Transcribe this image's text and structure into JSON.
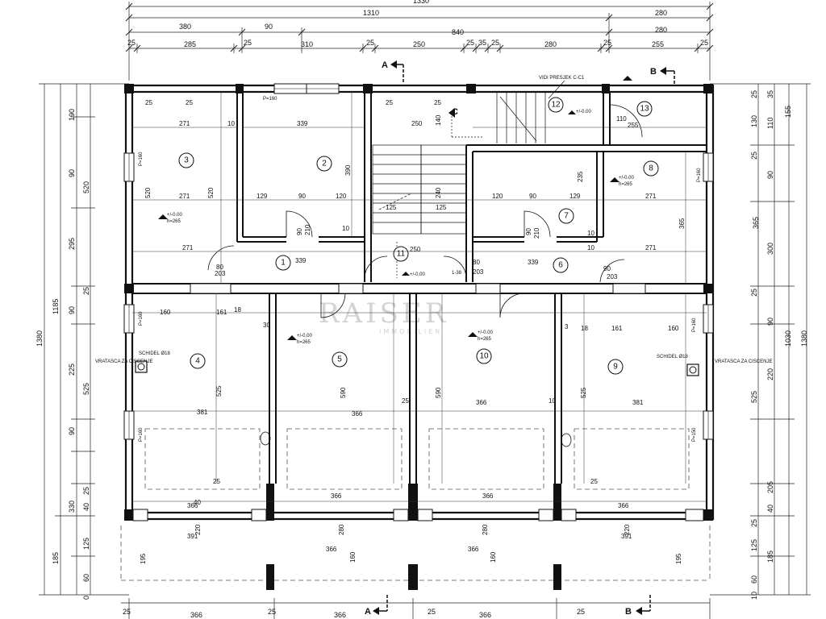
{
  "dims_top": {
    "row0": [
      "1330"
    ],
    "row1": [
      "1310",
      "280"
    ],
    "row2": [
      "380",
      "90",
      "840",
      "280"
    ],
    "row3": [
      "25",
      "285",
      "25",
      "310",
      "25",
      "250",
      "25",
      "35",
      "25",
      "280",
      "25",
      "255",
      "25"
    ]
  },
  "dims_bottom": {
    "row1": [
      "25",
      "366",
      "25",
      "366",
      "25",
      "366",
      "25"
    ]
  },
  "dims_left": {
    "outer": [
      "1380"
    ],
    "mid": [
      "1185"
    ],
    "inner": [
      "190",
      "520",
      "295",
      "90",
      "525",
      "90",
      "225",
      "330",
      "185"
    ],
    "fine": [
      "25",
      "90",
      "25",
      "90",
      "25",
      "90",
      "25",
      "125",
      "40",
      "25",
      "60",
      "0"
    ]
  },
  "dims_right": {
    "outer": [
      "1380"
    ],
    "mid": [
      "1030"
    ],
    "inner": [
      "155",
      "90",
      "365",
      "300",
      "90",
      "220",
      "525",
      "205",
      "185"
    ],
    "fine": [
      "25",
      "130",
      "25",
      "10",
      "35",
      "110",
      "90",
      "25",
      "60",
      "10",
      "125",
      "40",
      "25"
    ]
  },
  "rooms": [
    {
      "num": "1"
    },
    {
      "num": "2"
    },
    {
      "num": "3"
    },
    {
      "num": "4"
    },
    {
      "num": "5"
    },
    {
      "num": "6"
    },
    {
      "num": "7"
    },
    {
      "num": "8"
    },
    {
      "num": "9"
    },
    {
      "num": "10"
    },
    {
      "num": "11"
    },
    {
      "num": "12"
    },
    {
      "num": "13"
    }
  ],
  "interior_labels": {
    "r3_w": "271",
    "r3_w2": "271",
    "r3_w3": "271",
    "r3_h": "520",
    "r2_w": "339",
    "r2_h": "390",
    "r2_b1": "129",
    "r2_b2": "90",
    "r2_b3": "120",
    "r1_w": "339",
    "stair_250": "250",
    "stair_140": "140",
    "stair_240": "240",
    "stair_125a": "125",
    "stair_125b": "125",
    "r7_b1": "120",
    "r7_b2": "90",
    "r7_b3": "129",
    "r8_w": "271",
    "r8_w2": "271",
    "r8_h": "365",
    "r8_235": "235",
    "r6_w": "339",
    "r13_w": "255",
    "r13_110": "110",
    "r4_161": "161",
    "r4_160": "160",
    "r4_h": "525",
    "r4_w": "381",
    "r5_h": "590",
    "r5_w": "366",
    "r5_w2": "366",
    "r10_h": "590",
    "r10_w": "366",
    "r10_w2": "366",
    "r9_161": "161",
    "r9_160": "160",
    "r9_h": "525",
    "r9_w": "381",
    "t_25": "25",
    "t_10": "10",
    "t_18": "18",
    "t_30": "30",
    "t_80": "80",
    "t_203": "203",
    "t_90": "90",
    "t_210": "210",
    "t_120": "120",
    "t_366": "366",
    "t_391": "391",
    "t_280": "280",
    "t_220": "220",
    "t_195": "195",
    "t_160": "160",
    "t_40": "40",
    "t_3": "3"
  },
  "levels": {
    "lvl_zero": "+/-0.00",
    "lvl_h": "h=265",
    "lvl_stair": "+/-0.00",
    "lvl_stair2": "1-38"
  },
  "window_tags": {
    "p160a": "P=160",
    "p160b": "P=160",
    "p160c": "P=160",
    "p160d": "P=160",
    "p150": "P=150",
    "p160e": "P=160"
  },
  "chimney": {
    "left": "SCHIDEL Ø18",
    "right": "SCHIDEL Ø18",
    "vent_left": "VRATASCA ZA CISCENJE",
    "vent_right": "VRATASCA ZA CISCENJE"
  },
  "sections": {
    "a_top": "A",
    "a_bottom": "A",
    "b_top": "B",
    "b_bottom": "B",
    "c": "C",
    "c_note": "VIDI PRESJEK C-C1"
  },
  "watermark": {
    "name": "RAISER",
    "sub": "IMMOBILIEN"
  }
}
